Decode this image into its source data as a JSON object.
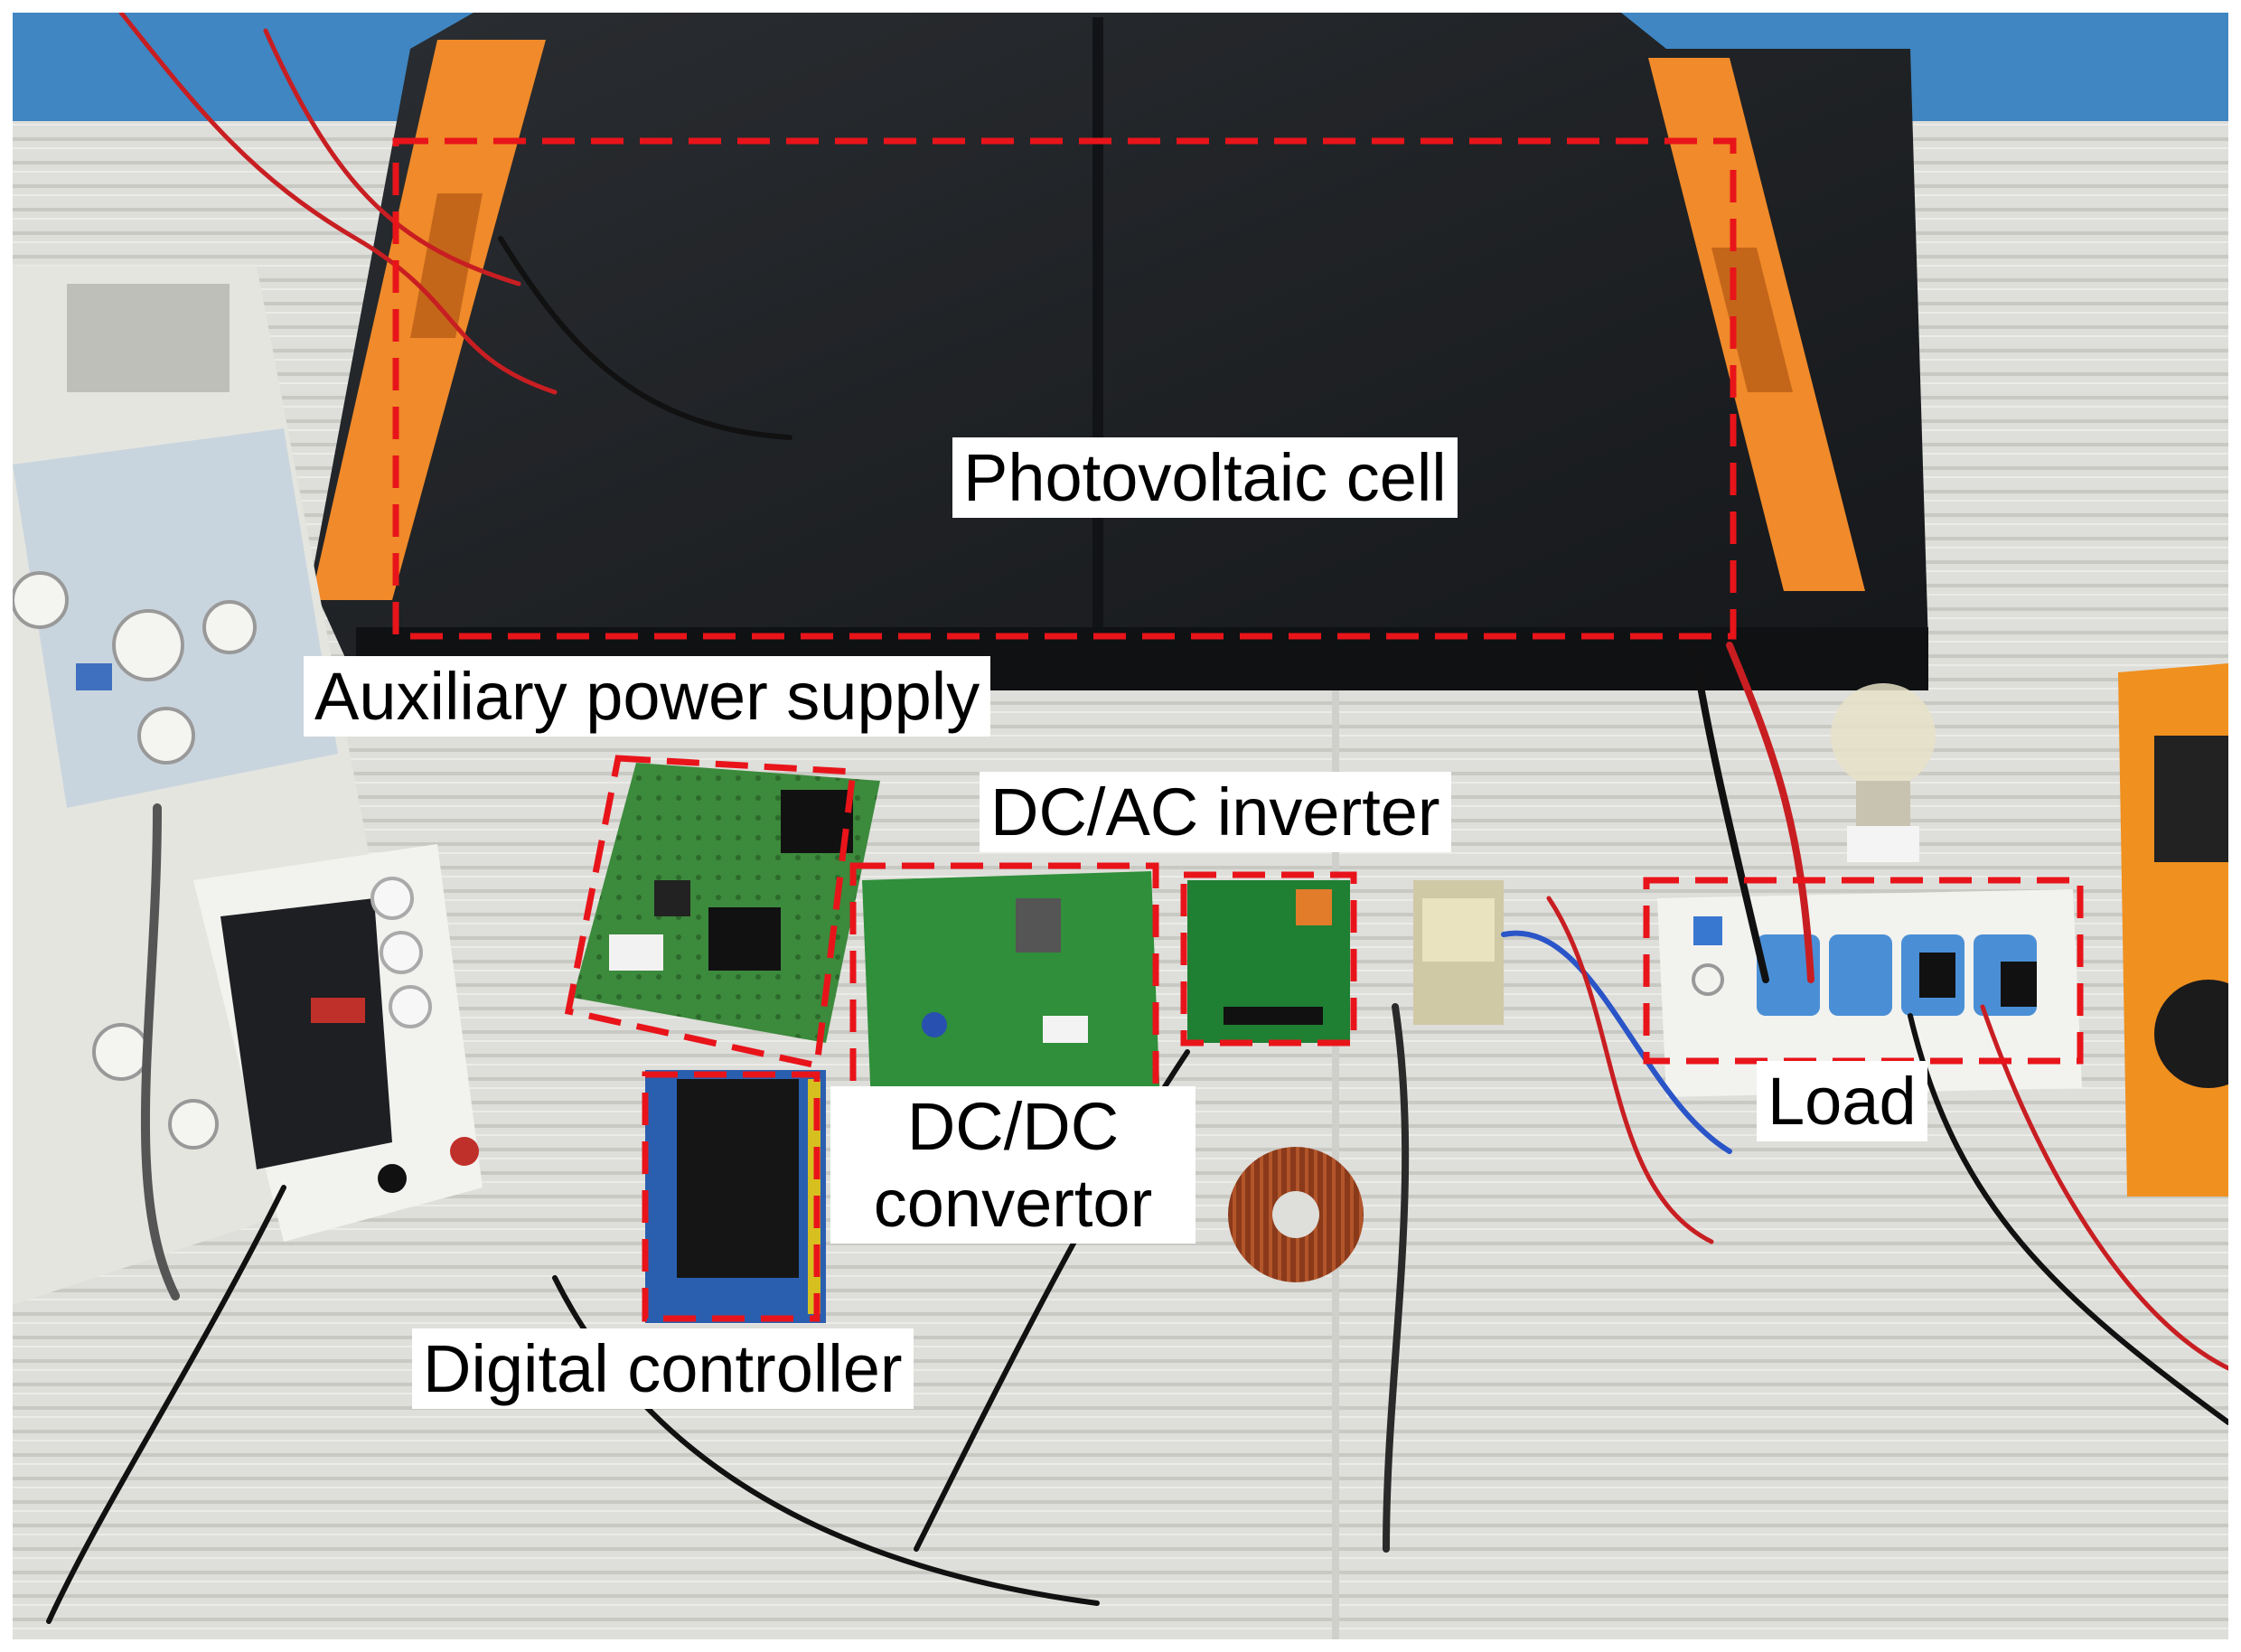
{
  "annotations": {
    "photovoltaic": "Photovoltaic cell",
    "auxiliary": "Auxiliary power supply",
    "inverter": "DC/AC inverter",
    "dcdc_line1": "DC/DC",
    "dcdc_line2": "convertor",
    "load": "Load",
    "controller": "Digital controller"
  },
  "colors": {
    "highlight_box": "#e8141a",
    "label_bg": "#ffffff",
    "panel": "#1f2226",
    "handle": "#f08a2a",
    "table": "#dcdcd8",
    "pcb": "#2f8f3a"
  }
}
